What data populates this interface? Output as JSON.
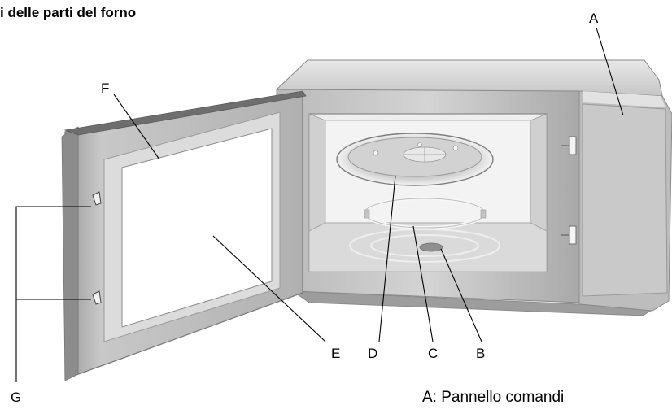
{
  "title": "i delle parti del forno",
  "labels": {
    "a": "A",
    "b": "B",
    "c": "C",
    "d": "D",
    "e": "E",
    "f": "F",
    "g": "G"
  },
  "legend": {
    "a": "A: Pannello comandi"
  },
  "colors": {
    "body": "#c7c7c7",
    "shadow": "#8a8a8a",
    "door_frame": "#dadada",
    "window": "#ffffff",
    "stroke": "#555555"
  }
}
